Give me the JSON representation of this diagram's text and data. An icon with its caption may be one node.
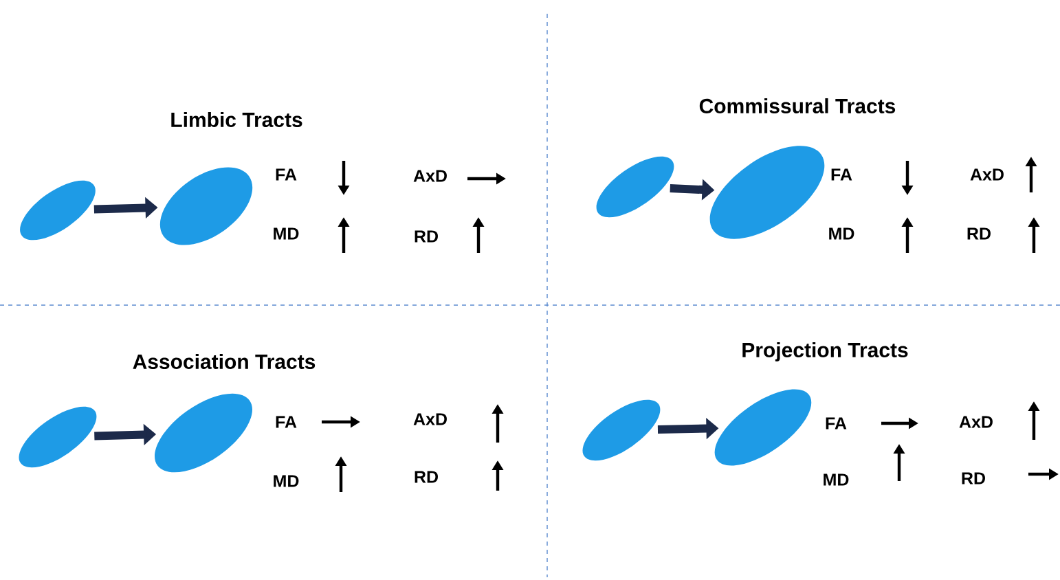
{
  "diagram": {
    "nodes": [
      {
        "text": [],
        "shape": "ellipse"
      },
      {
        "text": [],
        "shape": "ellipse"
      },
      {
        "text": [],
        "shape": "ellipse"
      },
      {
        "text": [],
        "shape": "ellipse"
      },
      {
        "text": [],
        "shape": "ellipse"
      },
      {
        "text": [],
        "shape": "ellipse"
      },
      {
        "text": [],
        "shape": "ellipse"
      },
      {
        "text": [],
        "shape": "ellipse"
      }
    ],
    "edges": [
      {
        "from": 0,
        "to": 1,
        "arrow": "to"
      },
      {
        "from": 2,
        "to": 3,
        "arrow": "to"
      },
      {
        "from": 4,
        "to": 5,
        "arrow": "to"
      },
      {
        "from": 6,
        "to": 7,
        "arrow": "to"
      }
    ],
    "labels": [
      "Limbic Tracts",
      "FA",
      "AxD",
      "MD",
      "RD",
      "Commissural Tracts",
      "FA",
      "AxD",
      "MD",
      "RD",
      "Association Tracts",
      "FA",
      "AxD",
      "MD",
      "RD",
      "Projection Tracts",
      "FA",
      "AxD",
      "MD",
      "RD"
    ]
  }
}
